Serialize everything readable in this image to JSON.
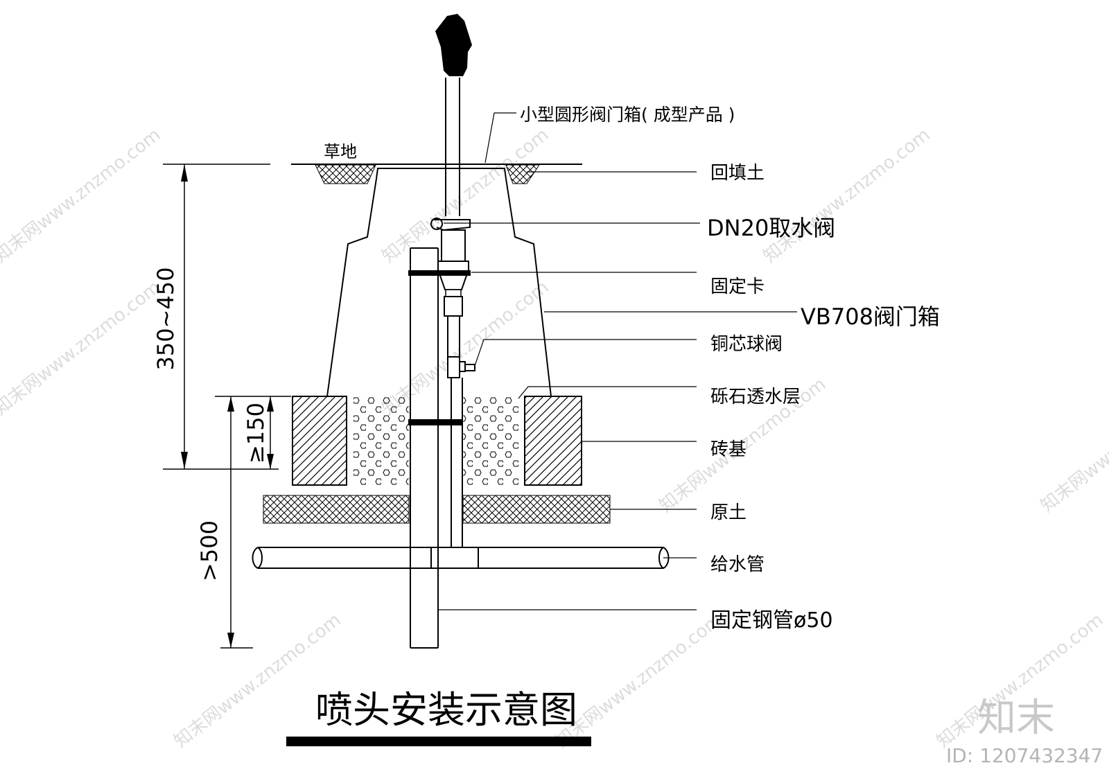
{
  "labels": {
    "grass": "草地",
    "small_valve_box": "小型圆形阀门箱( 成型产品 )",
    "backfill": "回填土",
    "dn20_valve": "DN20取水阀",
    "clamp": "固定卡",
    "vb708_box": "VB708阀门箱",
    "copper_ball_valve": "铜芯球阀",
    "gravel_layer": "砾石透水层",
    "brick_base": "砖基",
    "native_soil": "原土",
    "supply_pipe": "给水管",
    "steel_pipe": "固定钢管ø50"
  },
  "dimensions": {
    "total_height": "350~450",
    "gravel_depth": "≥150",
    "pipe_depth": ">500"
  },
  "title": "喷头安装示意图",
  "brand": {
    "mark": "知末",
    "id": "ID: 1207432347"
  },
  "watermark": "知末网www.znzmo.com"
}
